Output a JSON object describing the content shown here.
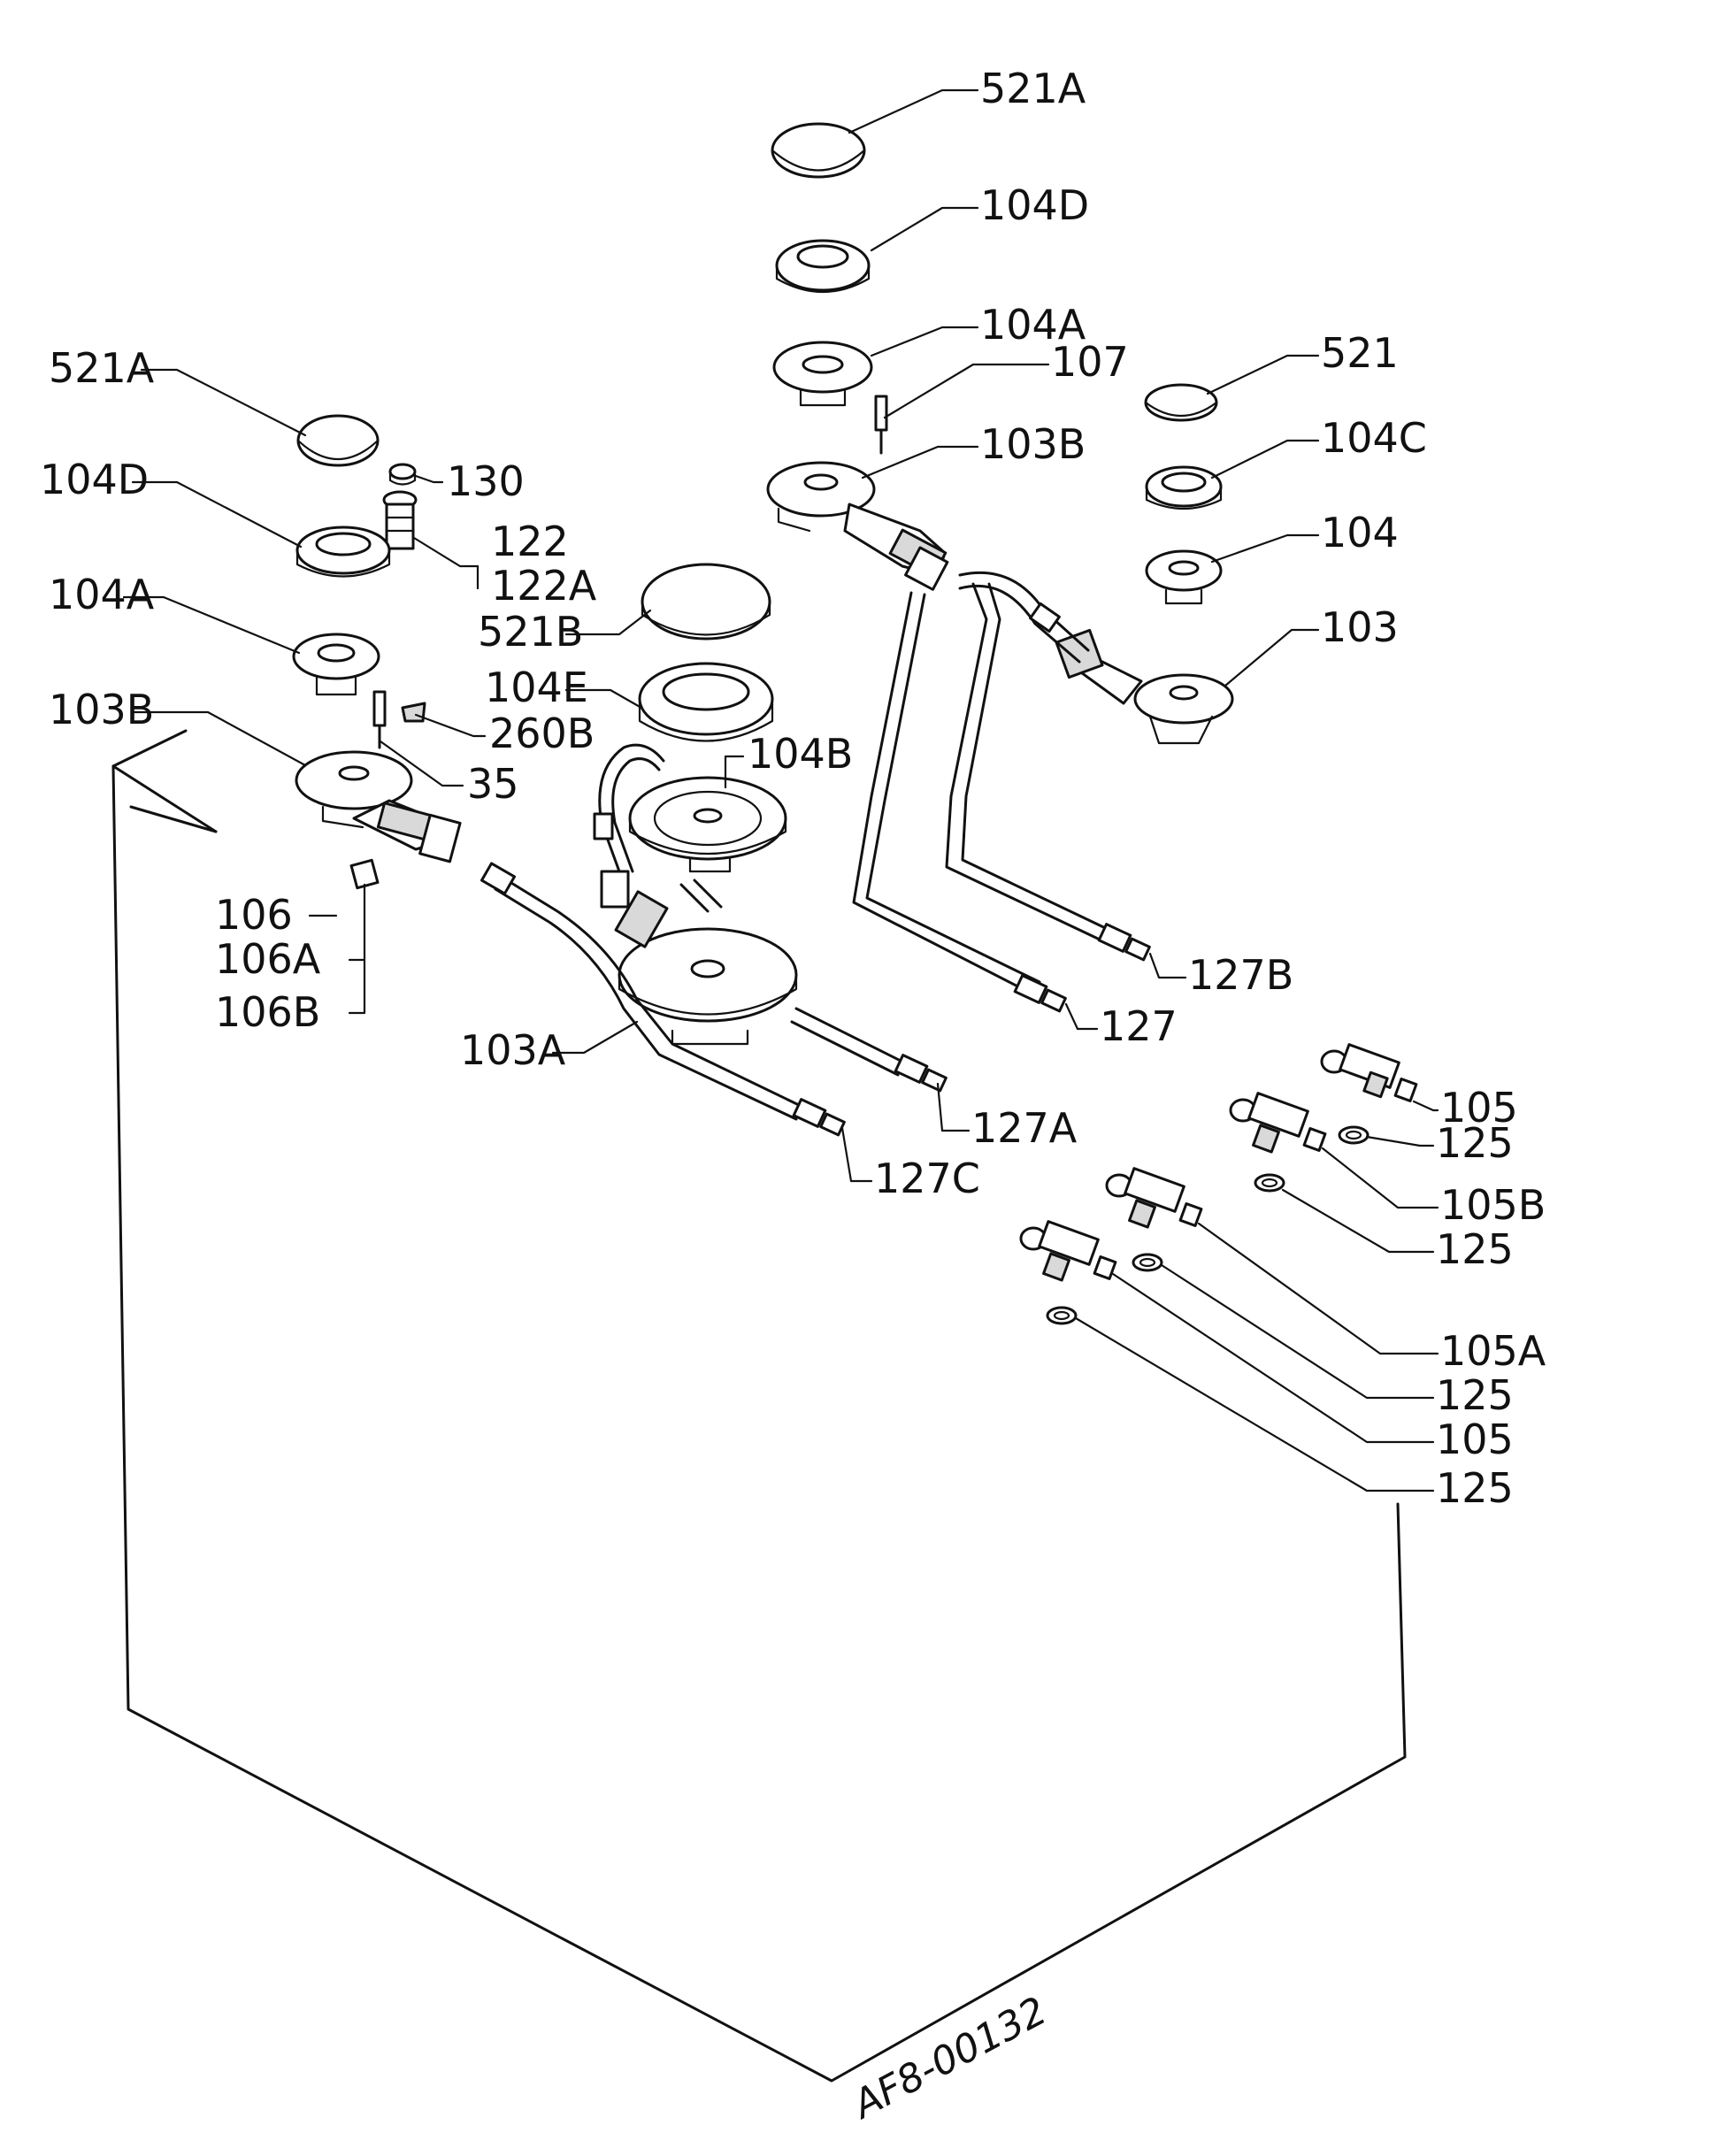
{
  "diagram": {
    "labels": {
      "l521a_top": "521A",
      "l104d_top": "104D",
      "l104a_top": "104A",
      "l107": "107",
      "l103b_right": "103B",
      "l521": "521",
      "l104c": "104C",
      "l104": "104",
      "l103": "103",
      "l521a_left": "521A",
      "l130": "130",
      "l104d_left": "104D",
      "l122": "122",
      "l122a": "122A",
      "l521b": "521B",
      "l104a_left": "104A",
      "l104e": "104E",
      "l103b_left": "103B",
      "l260b": "260B",
      "l104b": "104B",
      "l35": "35",
      "l106": "106",
      "l106a": "106A",
      "l106b": "106B",
      "l127b": "127B",
      "l127": "127",
      "l103a": "103A",
      "l127a": "127A",
      "l127c": "127C",
      "l105_a": "105",
      "l125_a": "125",
      "l105b": "105B",
      "l125_b": "125",
      "l105a": "105A",
      "l125_c": "125",
      "l105_b": "105",
      "l125_d": "125",
      "drawing_code": "AF8-00132"
    }
  }
}
